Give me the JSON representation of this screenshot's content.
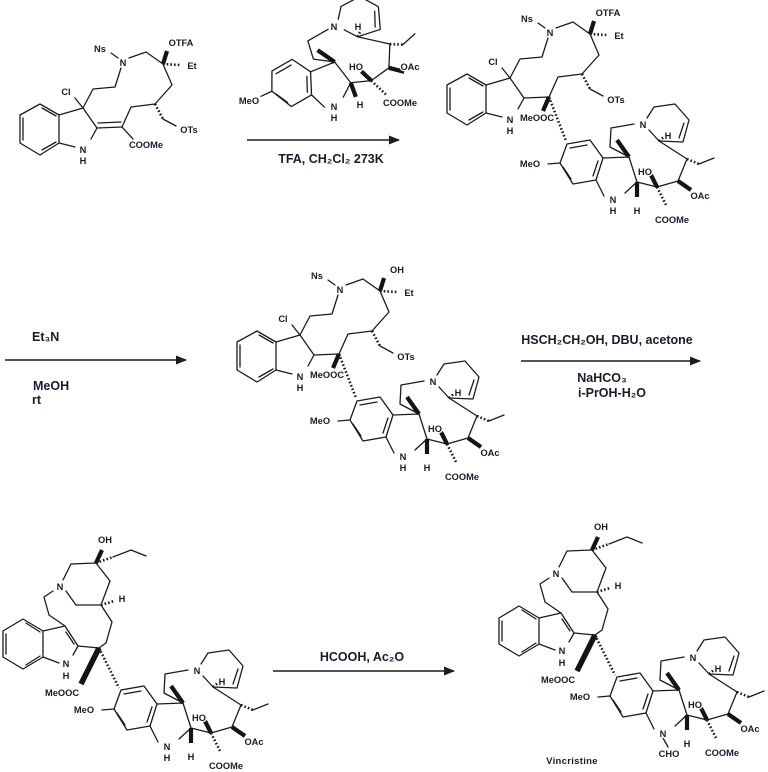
{
  "colors": {
    "background": "#ffffff",
    "bond": "#1c1c1c",
    "label": "#1a1a2e"
  },
  "arrows": {
    "step1": {
      "below": "TFA, CH₂Cl₂  273K"
    },
    "step2": {
      "above": "Et₃N",
      "below_line1": "MeOH",
      "below_line2": "rt"
    },
    "step3": {
      "above": "HSCH₂CH₂OH, DBU, acetone",
      "below_line1": "NaHCO₃",
      "below_line2": "i-PrOH-H₂O"
    },
    "step4": {
      "above": "HCOOH, Ac₂O"
    }
  },
  "structures": {
    "s1": {
      "labels": {
        "ns": "Ns",
        "n": "N",
        "otfa": "OTFA",
        "et": "Et",
        "cl": "Cl",
        "ots": "OTs",
        "coome": "COOMe",
        "nh_n": "N",
        "nh_h": "H"
      }
    },
    "s2": {
      "labels": {
        "n2": "N",
        "h_j": "H",
        "meo": "MeO",
        "ho": "HO",
        "oac": "OAc",
        "coome": "COOMe",
        "nh_n": "N",
        "nh_h": "H",
        "h_c2": "H"
      }
    },
    "s3": {
      "labels": {
        "ns": "Ns",
        "otfa": "OTFA",
        "n": "N",
        "et": "Et",
        "cl": "Cl",
        "ots": "OTs",
        "meooc": "MeOOC",
        "nh_n": "N",
        "nh_h": "H",
        "meo": "MeO",
        "n2": "N",
        "h_j": "H",
        "ho": "HO",
        "oac": "OAc",
        "coome": "COOMe",
        "nh2_n": "N",
        "nh2_h": "H",
        "h_c2": "H"
      }
    },
    "s4": {
      "labels": {
        "ns": "Ns",
        "oh": "OH",
        "n": "N",
        "et": "Et",
        "cl": "Cl",
        "ots": "OTs",
        "meooc": "MeOOC",
        "nh_n": "N",
        "nh_h": "H",
        "meo": "MeO",
        "n2": "N",
        "h_j": "H",
        "ho": "HO",
        "oac": "OAc",
        "coome": "COOMe",
        "nh2_n": "N",
        "nh2_h": "H",
        "h_c2": "H"
      }
    },
    "s5": {
      "labels": {
        "oh": "OH",
        "n": "N",
        "h_ring": "H",
        "nh_n": "N",
        "nh_h": "H",
        "meooc": "MeOOC",
        "meo": "MeO",
        "n2": "N",
        "h_j": "H",
        "ho": "HO",
        "oac": "OAc",
        "coome": "COOMe",
        "nh2_n": "N",
        "nh2_h": "H",
        "h_c2": "H"
      }
    },
    "s6": {
      "caption": "Vincristine",
      "labels": {
        "oh": "OH",
        "n": "N",
        "h_ring": "H",
        "nh_n": "N",
        "nh_h": "H",
        "meooc": "MeOOC",
        "meo": "MeO",
        "n2": "N",
        "h_j": "H",
        "ho": "HO",
        "oac": "OAc",
        "coome": "COOMe",
        "nh2_n": "N",
        "cho": "CHO",
        "h_c2": "H"
      }
    }
  }
}
